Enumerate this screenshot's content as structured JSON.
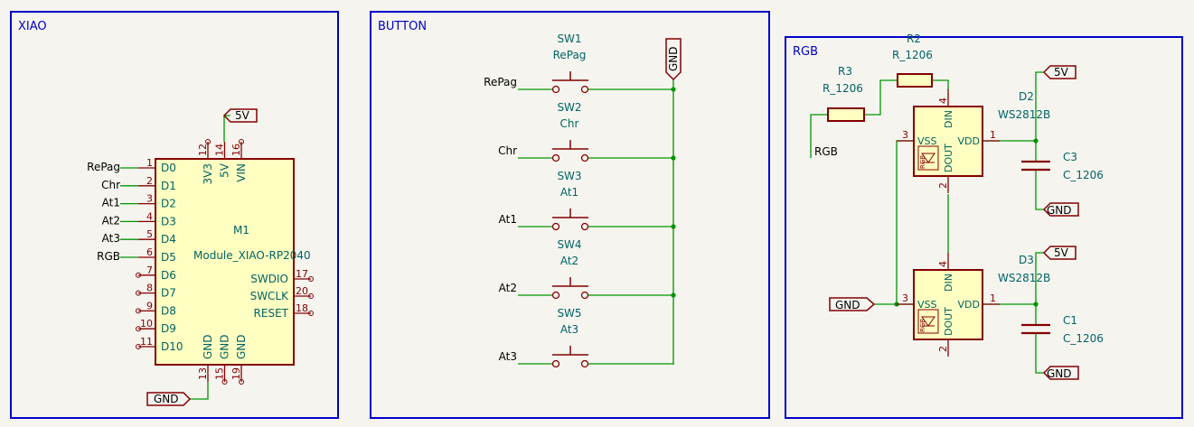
{
  "colors": {
    "background": "#f5f4ef",
    "sheet_border": "#0000c8",
    "wire": "#009600",
    "body_outline": "#840000",
    "body_fill": "#ffffc2",
    "text": "#006464",
    "pin_text": "#840000",
    "label_text": "#000000"
  },
  "sheets": {
    "xiao": {
      "title": "XIAO",
      "symbol": {
        "ref": "M1",
        "value": "Module_XIAO-RP2040",
        "left_pins": [
          {
            "num": "1",
            "name": "D0",
            "net": "RePag"
          },
          {
            "num": "2",
            "name": "D1",
            "net": "Chr"
          },
          {
            "num": "3",
            "name": "D2",
            "net": "At1"
          },
          {
            "num": "4",
            "name": "D3",
            "net": "At2"
          },
          {
            "num": "5",
            "name": "D4",
            "net": "At3"
          },
          {
            "num": "6",
            "name": "D5",
            "net": "RGB"
          },
          {
            "num": "7",
            "name": "D6",
            "net": ""
          },
          {
            "num": "8",
            "name": "D7",
            "net": ""
          },
          {
            "num": "9",
            "name": "D8",
            "net": ""
          },
          {
            "num": "10",
            "name": "D9",
            "net": ""
          },
          {
            "num": "11",
            "name": "D10",
            "net": ""
          }
        ],
        "right_pins": [
          {
            "num": "17",
            "name": "SWDIO"
          },
          {
            "num": "20",
            "name": "SWCLK"
          },
          {
            "num": "18",
            "name": "RESET"
          }
        ],
        "top_pins": [
          {
            "num": "12",
            "name": "3V3"
          },
          {
            "num": "14",
            "name": "5V"
          },
          {
            "num": "16",
            "name": "VIN"
          }
        ],
        "bottom_pins": [
          {
            "num": "13",
            "name": "GND"
          },
          {
            "num": "15",
            "name": "GND"
          },
          {
            "num": "19",
            "name": "GND"
          }
        ]
      },
      "power_5v": "5V",
      "power_gnd": "GND"
    },
    "button": {
      "title": "BUTTON",
      "gnd": "GND",
      "switches": [
        {
          "ref": "SW1",
          "value": "RePag",
          "net": "RePag"
        },
        {
          "ref": "SW2",
          "value": "Chr",
          "net": "Chr"
        },
        {
          "ref": "SW3",
          "value": "At1",
          "net": "At1"
        },
        {
          "ref": "SW4",
          "value": "At2",
          "net": "At2"
        },
        {
          "ref": "SW5",
          "value": "At3",
          "net": "At3"
        }
      ]
    },
    "rgb": {
      "title": "RGB",
      "net_rgb": "RGB",
      "gnd_input": "GND",
      "resistors": [
        {
          "ref": "R2",
          "value": "R_1206"
        },
        {
          "ref": "R3",
          "value": "R_1206"
        }
      ],
      "leds": [
        {
          "ref": "D2",
          "value": "WS2812B",
          "supply": "5V",
          "ground": "GND"
        },
        {
          "ref": "D3",
          "value": "WS2812B",
          "supply": "5V",
          "ground": "GND"
        }
      ],
      "caps": [
        {
          "ref": "C3",
          "value": "C_1206"
        },
        {
          "ref": "C1",
          "value": "C_1206"
        }
      ],
      "led_pins": {
        "vss": "VSS",
        "vdd": "VDD",
        "din": "DIN",
        "dout": "DOUT",
        "mark": "RGB",
        "n_vss": "3",
        "n_vdd": "1",
        "n_din": "4",
        "n_dout": "2"
      }
    }
  }
}
